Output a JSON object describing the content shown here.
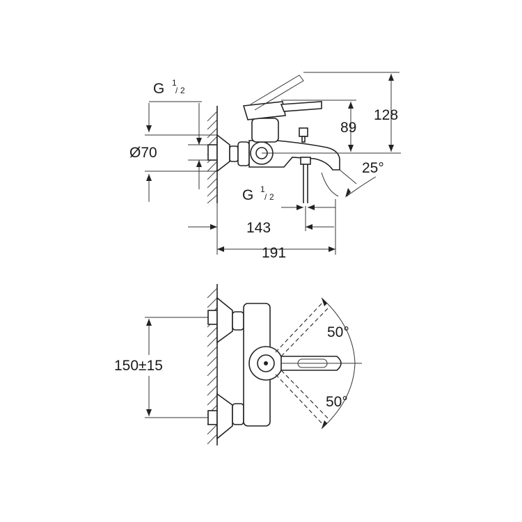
{
  "side_view": {
    "thread_wall": {
      "base": "G",
      "sup": "1",
      "sub": "2"
    },
    "diameter": "Ø70",
    "dim_89": "89",
    "dim_128": "128",
    "angle": "25°",
    "thread_outlet": {
      "base": "G",
      "sup": "1",
      "sub": "2"
    },
    "dim_143": "143",
    "dim_191": "191"
  },
  "front_view": {
    "spacing": "150±15",
    "angle_top": "50°",
    "angle_bottom": "50°"
  }
}
